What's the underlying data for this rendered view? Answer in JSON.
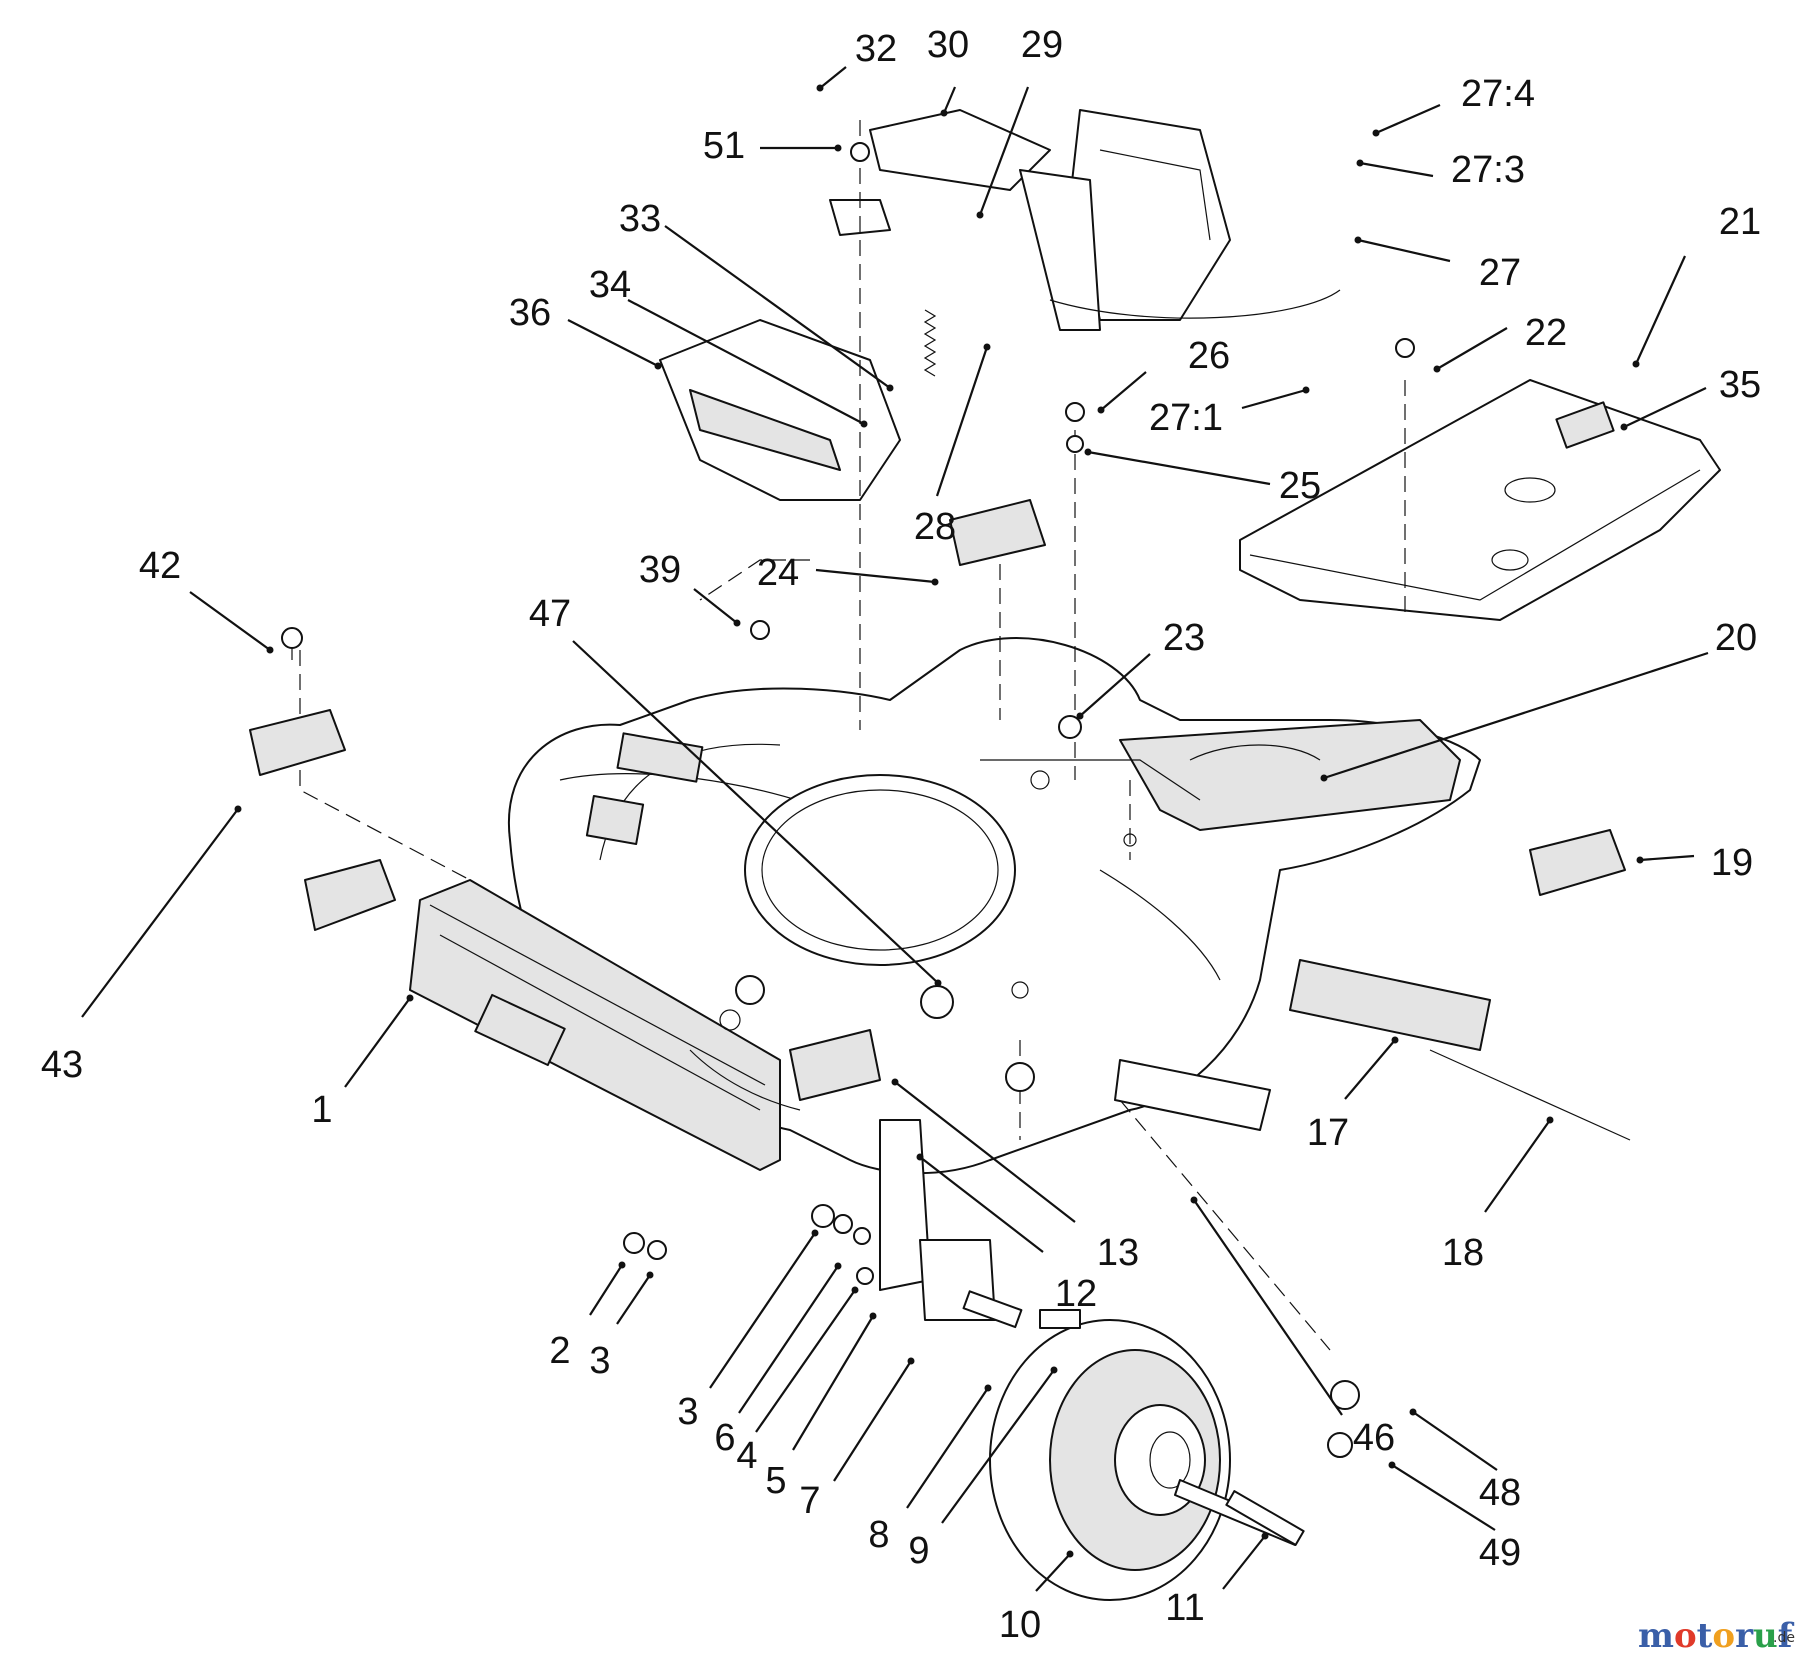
{
  "labels": [
    {
      "id": "32",
      "text": "32"
    },
    {
      "id": "30",
      "text": "30"
    },
    {
      "id": "29",
      "text": "29"
    },
    {
      "id": "27_4",
      "text": "27:4"
    },
    {
      "id": "51",
      "text": "51"
    },
    {
      "id": "27_3",
      "text": "27:3"
    },
    {
      "id": "33",
      "text": "33"
    },
    {
      "id": "27",
      "text": "27"
    },
    {
      "id": "21",
      "text": "21"
    },
    {
      "id": "34",
      "text": "34"
    },
    {
      "id": "36",
      "text": "36"
    },
    {
      "id": "22",
      "text": "22"
    },
    {
      "id": "26",
      "text": "26"
    },
    {
      "id": "35",
      "text": "35"
    },
    {
      "id": "27_1",
      "text": "27:1"
    },
    {
      "id": "25",
      "text": "25"
    },
    {
      "id": "28",
      "text": "28"
    },
    {
      "id": "42",
      "text": "42"
    },
    {
      "id": "39",
      "text": "39"
    },
    {
      "id": "24",
      "text": "24"
    },
    {
      "id": "47",
      "text": "47"
    },
    {
      "id": "23",
      "text": "23"
    },
    {
      "id": "20",
      "text": "20"
    },
    {
      "id": "19",
      "text": "19"
    },
    {
      "id": "43",
      "text": "43"
    },
    {
      "id": "1",
      "text": "1"
    },
    {
      "id": "17",
      "text": "17"
    },
    {
      "id": "13",
      "text": "13"
    },
    {
      "id": "18",
      "text": "18"
    },
    {
      "id": "12",
      "text": "12"
    },
    {
      "id": "2",
      "text": "2"
    },
    {
      "id": "3a",
      "text": "3"
    },
    {
      "id": "3b",
      "text": "3"
    },
    {
      "id": "46",
      "text": "46"
    },
    {
      "id": "6",
      "text": "6"
    },
    {
      "id": "4",
      "text": "4"
    },
    {
      "id": "48",
      "text": "48"
    },
    {
      "id": "5",
      "text": "5"
    },
    {
      "id": "7",
      "text": "7"
    },
    {
      "id": "8",
      "text": "8"
    },
    {
      "id": "49",
      "text": "49"
    },
    {
      "id": "9",
      "text": "9"
    },
    {
      "id": "10",
      "text": "10"
    },
    {
      "id": "11",
      "text": "11"
    }
  ],
  "watermark": {
    "parts": [
      {
        "text": "m",
        "color": "#3a5fa8"
      },
      {
        "text": "o",
        "color": "#e03a2a"
      },
      {
        "text": "t",
        "color": "#3a5fa8"
      },
      {
        "text": "o",
        "color": "#f0a020"
      },
      {
        "text": "r",
        "color": "#3a5fa8"
      },
      {
        "text": "u",
        "color": "#2aa04a"
      },
      {
        "text": "f",
        "color": "#3a5fa8"
      }
    ],
    "tld": ".de"
  }
}
